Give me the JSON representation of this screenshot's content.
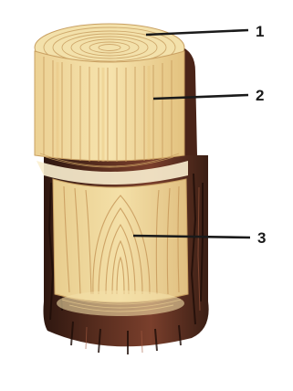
{
  "diagram": {
    "labels": [
      {
        "id": "1",
        "text": "1"
      },
      {
        "id": "2",
        "text": "2"
      },
      {
        "id": "3",
        "text": "3"
      }
    ],
    "colors": {
      "wood_light": "#f2dfa6",
      "wood_mid": "#e6c98a",
      "wood_ring": "#c9a062",
      "bark_dark": "#3a1e14",
      "bark_mid": "#6b3826",
      "bark_red": "#8a4a35",
      "leader_line": "#1a1a1a"
    }
  }
}
